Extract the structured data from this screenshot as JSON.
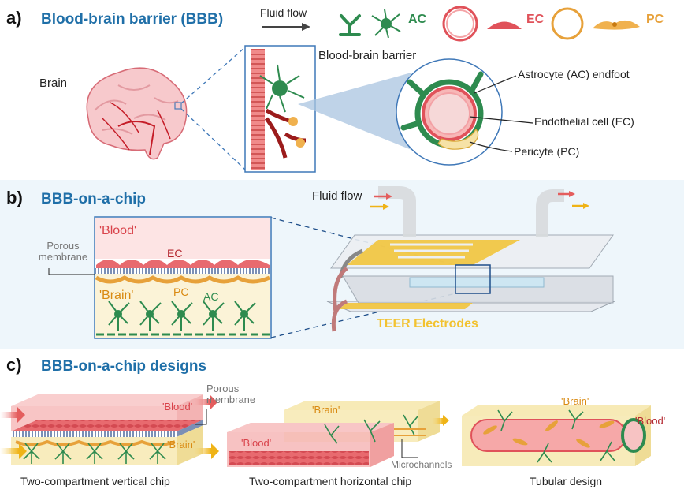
{
  "panel_a": {
    "letter": "a)",
    "title": "Blood-brain barrier (BBB)",
    "legend": {
      "fluid_flow": "Fluid flow",
      "ac": "AC",
      "ec": "EC",
      "pc": "PC"
    },
    "brain_label": "Brain",
    "bbb_label": "Blood-brain barrier",
    "callouts": {
      "astrocyte": "Astrocyte (AC) endfoot",
      "endothelial": "Endothelial cell (EC)",
      "pericyte": "Pericyte (PC)"
    }
  },
  "panel_b": {
    "letter": "b)",
    "title": "BBB-on-a-chip",
    "porous_membrane": "Porous\nmembrane",
    "blood": "'Blood'",
    "brain": "'Brain'",
    "ec": "EC",
    "pc": "PC",
    "ac": "AC",
    "fluid_flow": "Fluid flow",
    "teer": "TEER Electrodes"
  },
  "panel_c": {
    "letter": "c)",
    "title": "BBB-on-a-chip designs",
    "porous_membrane": "Porous\nmembrane",
    "microchannels": "Microchannels",
    "designs": [
      {
        "caption": "Two-compartment vertical chip",
        "blood": "'Blood'",
        "brain": "'Brain'"
      },
      {
        "caption": "Two-compartment horizontal chip",
        "blood": "'Blood'",
        "brain": "'Brain'"
      },
      {
        "caption": "Tubular design",
        "blood": "'Blood'",
        "brain": "'Brain'"
      }
    ]
  },
  "colors": {
    "title_blue": "#1f6fa8",
    "ac_green": "#2e8b4f",
    "ec_red": "#e0525a",
    "pc_orange": "#e7a13a",
    "teer_yellow": "#f2c230",
    "panel_b_bg": "#eef6fb"
  }
}
